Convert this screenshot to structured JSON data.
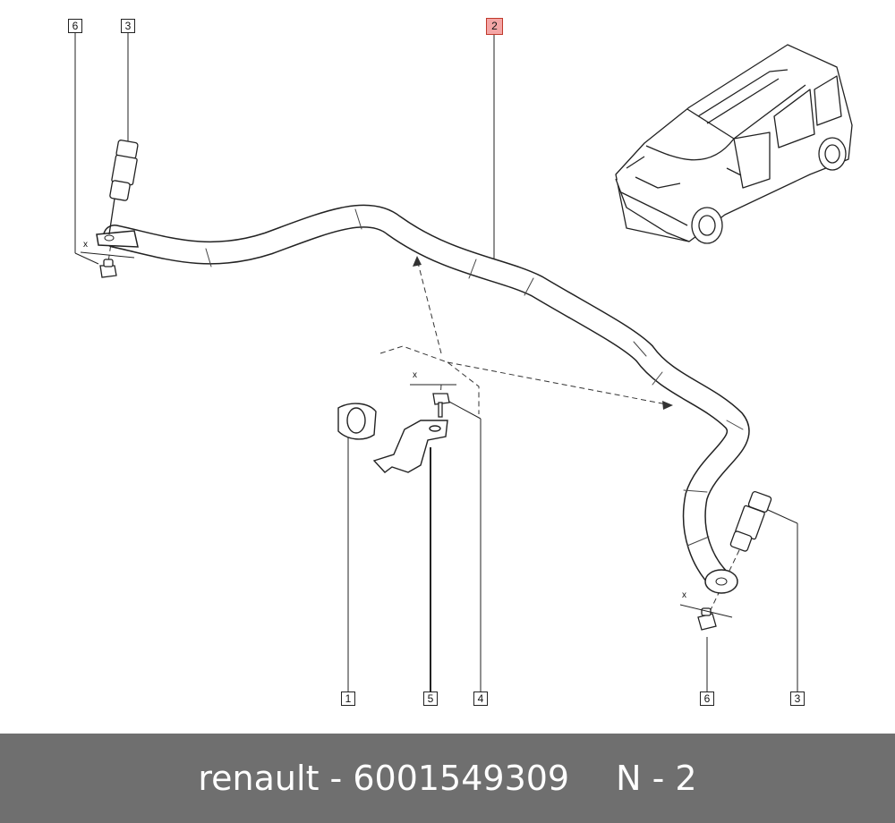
{
  "callouts": {
    "left_6": "6",
    "left_3": "3",
    "top_2": "2",
    "bottom_1": "1",
    "bottom_5": "5",
    "bottom_4": "4",
    "bottom_6": "6",
    "bottom_3": "3"
  },
  "dimension_marks": {
    "left_x": "x",
    "center_x": "x",
    "right_x": "x"
  },
  "highlight_color": "#f4a6a6",
  "footer": {
    "brand_part": "renault - 6001549309",
    "page_ref": "N - 2"
  }
}
